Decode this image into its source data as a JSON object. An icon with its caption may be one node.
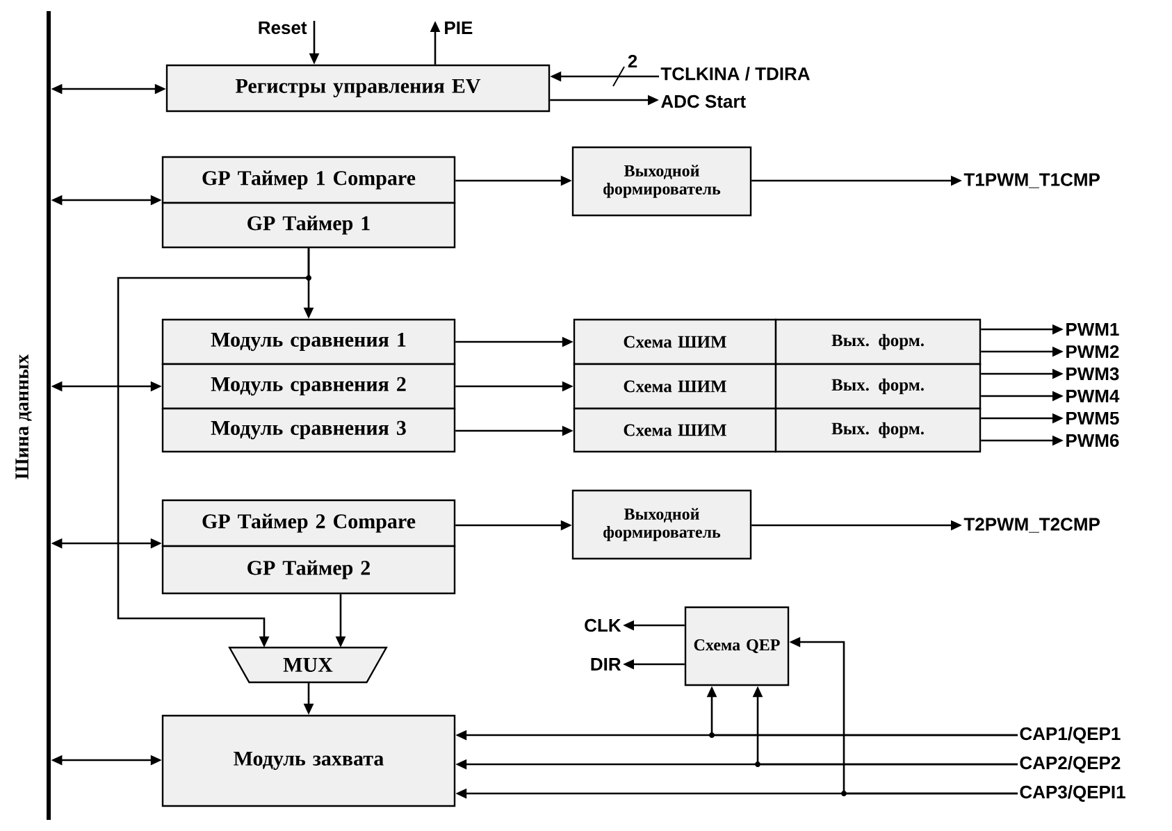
{
  "diagram": {
    "nodes": [
      {
        "text": [
          "Шина данных"
        ]
      },
      {
        "text": [
          "Reset"
        ]
      },
      {
        "text": [
          "PIE"
        ]
      },
      {
        "text": [
          "Регистры управления EV"
        ]
      },
      {
        "text": [
          "TCLKINA / TDIRA"
        ]
      },
      {
        "text": [
          "ADC Start"
        ]
      },
      {
        "text": [
          "GP Таймер 1 Compare"
        ]
      },
      {
        "text": [
          "GP Таймер 1"
        ]
      },
      {
        "text": [
          "Выходной формирователь"
        ]
      },
      {
        "text": [
          "T1PWM_T1CMP"
        ]
      },
      {
        "text": [
          "Модуль сравнения 1"
        ]
      },
      {
        "text": [
          "Модуль сравнения 2"
        ]
      },
      {
        "text": [
          "Модуль сравнения 3"
        ]
      },
      {
        "text": [
          "Схема ШИМ"
        ]
      },
      {
        "text": [
          "Схема ШИМ"
        ]
      },
      {
        "text": [
          "Схема ШИМ"
        ]
      },
      {
        "text": [
          "Вых. форм."
        ]
      },
      {
        "text": [
          "Вых. форм."
        ]
      },
      {
        "text": [
          "Вых. форм."
        ]
      },
      {
        "text": [
          "PWM1"
        ]
      },
      {
        "text": [
          "PWM2"
        ]
      },
      {
        "text": [
          "PWM3"
        ]
      },
      {
        "text": [
          "PWM4"
        ]
      },
      {
        "text": [
          "PWM5"
        ]
      },
      {
        "text": [
          "PWM6"
        ]
      },
      {
        "text": [
          "GP Таймер 2 Compare"
        ]
      },
      {
        "text": [
          "GP Таймер 2"
        ]
      },
      {
        "text": [
          "Выходной формирователь"
        ]
      },
      {
        "text": [
          "T2PWM_T2CMP"
        ]
      },
      {
        "text": [
          "MUX"
        ]
      },
      {
        "text": [
          "Модуль захвата"
        ]
      },
      {
        "text": [
          "Схема QEP"
        ]
      },
      {
        "text": [
          "CLK"
        ]
      },
      {
        "text": [
          "DIR"
        ]
      },
      {
        "text": [
          "CAP1/QEP1"
        ]
      },
      {
        "text": [
          "CAP2/QEP2"
        ]
      },
      {
        "text": [
          "CAP3/QEPI1"
        ]
      }
    ],
    "edges": [
      {
        "from": 0,
        "to": 3,
        "arrow": "both"
      },
      {
        "from": 0,
        "to": 6,
        "arrow": "both"
      },
      {
        "from": 0,
        "to": 11,
        "arrow": "both"
      },
      {
        "from": 0,
        "to": 25,
        "arrow": "both"
      },
      {
        "from": 0,
        "to": 30,
        "arrow": "both"
      },
      {
        "from": 1,
        "to": 3,
        "arrow": "to"
      },
      {
        "from": 3,
        "to": 2,
        "arrow": "to"
      },
      {
        "from": 4,
        "to": 3,
        "arrow": "to",
        "label": "2"
      },
      {
        "from": 3,
        "to": 5,
        "arrow": "to"
      },
      {
        "from": 6,
        "to": 8,
        "arrow": "to"
      },
      {
        "from": 8,
        "to": 9,
        "arrow": "to"
      },
      {
        "from": 7,
        "to": 10,
        "arrow": "to"
      },
      {
        "from": 7,
        "to": 29,
        "arrow": "to"
      },
      {
        "from": 10,
        "to": 13,
        "arrow": "to"
      },
      {
        "from": 11,
        "to": 14,
        "arrow": "to"
      },
      {
        "from": 12,
        "to": 15,
        "arrow": "to"
      },
      {
        "from": 16,
        "to": 19,
        "arrow": "to"
      },
      {
        "from": 16,
        "to": 20,
        "arrow": "to"
      },
      {
        "from": 17,
        "to": 21,
        "arrow": "to"
      },
      {
        "from": 17,
        "to": 22,
        "arrow": "to"
      },
      {
        "from": 18,
        "to": 23,
        "arrow": "to"
      },
      {
        "from": 18,
        "to": 24,
        "arrow": "to"
      },
      {
        "from": 25,
        "to": 27,
        "arrow": "to"
      },
      {
        "from": 27,
        "to": 28,
        "arrow": "to"
      },
      {
        "from": 26,
        "to": 29,
        "arrow": "to"
      },
      {
        "from": 29,
        "to": 30,
        "arrow": "to"
      },
      {
        "from": 31,
        "to": 32,
        "arrow": "to"
      },
      {
        "from": 31,
        "to": 33,
        "arrow": "to"
      },
      {
        "from": 34,
        "to": 30,
        "arrow": "to"
      },
      {
        "from": 35,
        "to": 30,
        "arrow": "to"
      },
      {
        "from": 36,
        "to": 30,
        "arrow": "to"
      },
      {
        "from": 34,
        "to": 31,
        "arrow": "to"
      },
      {
        "from": 35,
        "to": 31,
        "arrow": "to"
      },
      {
        "from": 36,
        "to": 31,
        "arrow": "to"
      }
    ]
  }
}
